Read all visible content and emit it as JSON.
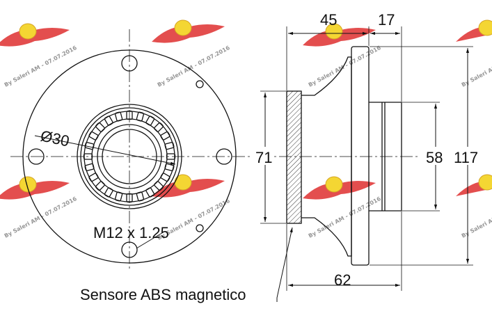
{
  "dimensions": {
    "width_flange": "45",
    "width_spigot": "17",
    "overall_width": "62",
    "seal_diameter": "71",
    "pilot_diameter": "58",
    "flange_diameter": "117",
    "bore_diameter": "Ø30",
    "thread": "M12 x 1.25"
  },
  "annotation": "Sensore ABS magnetico",
  "watermark": {
    "text": "By Saleri AM - 07.07.2016",
    "logo_colors": {
      "wing": "#e03a3a",
      "badge": "#f3d21c"
    }
  }
}
